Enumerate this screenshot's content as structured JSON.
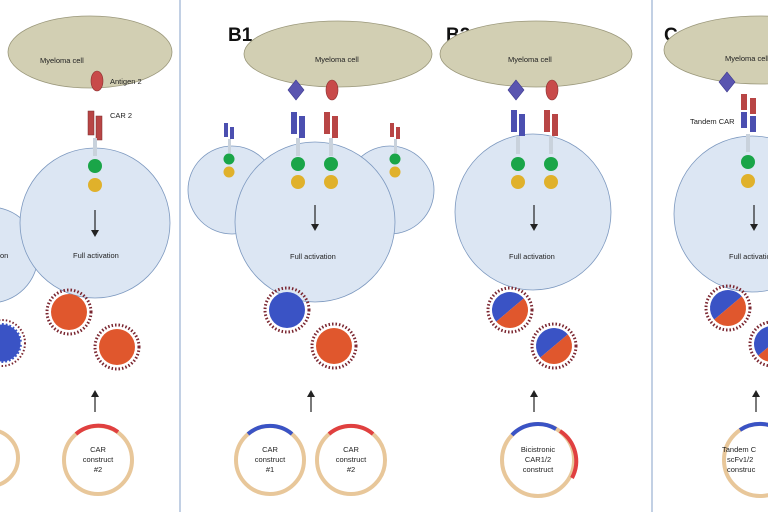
{
  "colors": {
    "myeloma": "#d2cfb3",
    "myeloma_stroke": "#9a977a",
    "tcell": "#dce6f3",
    "tcell_stroke": "#7c98bf",
    "antigen1": "#5a55b0",
    "antigen2": "#c84a4a",
    "car1": "#4b4fb0",
    "car2": "#b84545",
    "signal_green": "#1aa548",
    "signal_yellow": "#e0b12b",
    "vector_blue": "#3a53c5",
    "vector_red": "#e0572d",
    "plasmid": "#e8c79a",
    "divider": "#9ab0d3"
  },
  "panels": {
    "a": {
      "myeloma_label": "Myeloma cell",
      "antigen_label": "Antigen 2",
      "car_label": "CAR 2",
      "activation_left": "on",
      "activation_right": "Full activation",
      "construct_line1": "CAR",
      "construct_line2": "construct",
      "construct_line3": "#2"
    },
    "b1": {
      "label": "B1",
      "myeloma_label": "Myeloma cell",
      "activation": "Full activation",
      "c1_line1": "CAR",
      "c1_line2": "construct",
      "c1_line3": "#1",
      "c2_line1": "CAR",
      "c2_line2": "construct",
      "c2_line3": "#2"
    },
    "b2": {
      "label": "B2",
      "myeloma_label": "Myeloma cell",
      "activation": "Full activation",
      "construct_line1": "Bicistronic",
      "construct_line2": "CAR1/2",
      "construct_line3": "construct"
    },
    "c": {
      "label": "C",
      "myeloma_label": "Myeloma cell",
      "tandem_label": "Tandem CAR",
      "activation": "Full activation",
      "construct_line1": "Tandem C",
      "construct_line2": "scFv1/2",
      "construct_line3": "construc"
    }
  }
}
